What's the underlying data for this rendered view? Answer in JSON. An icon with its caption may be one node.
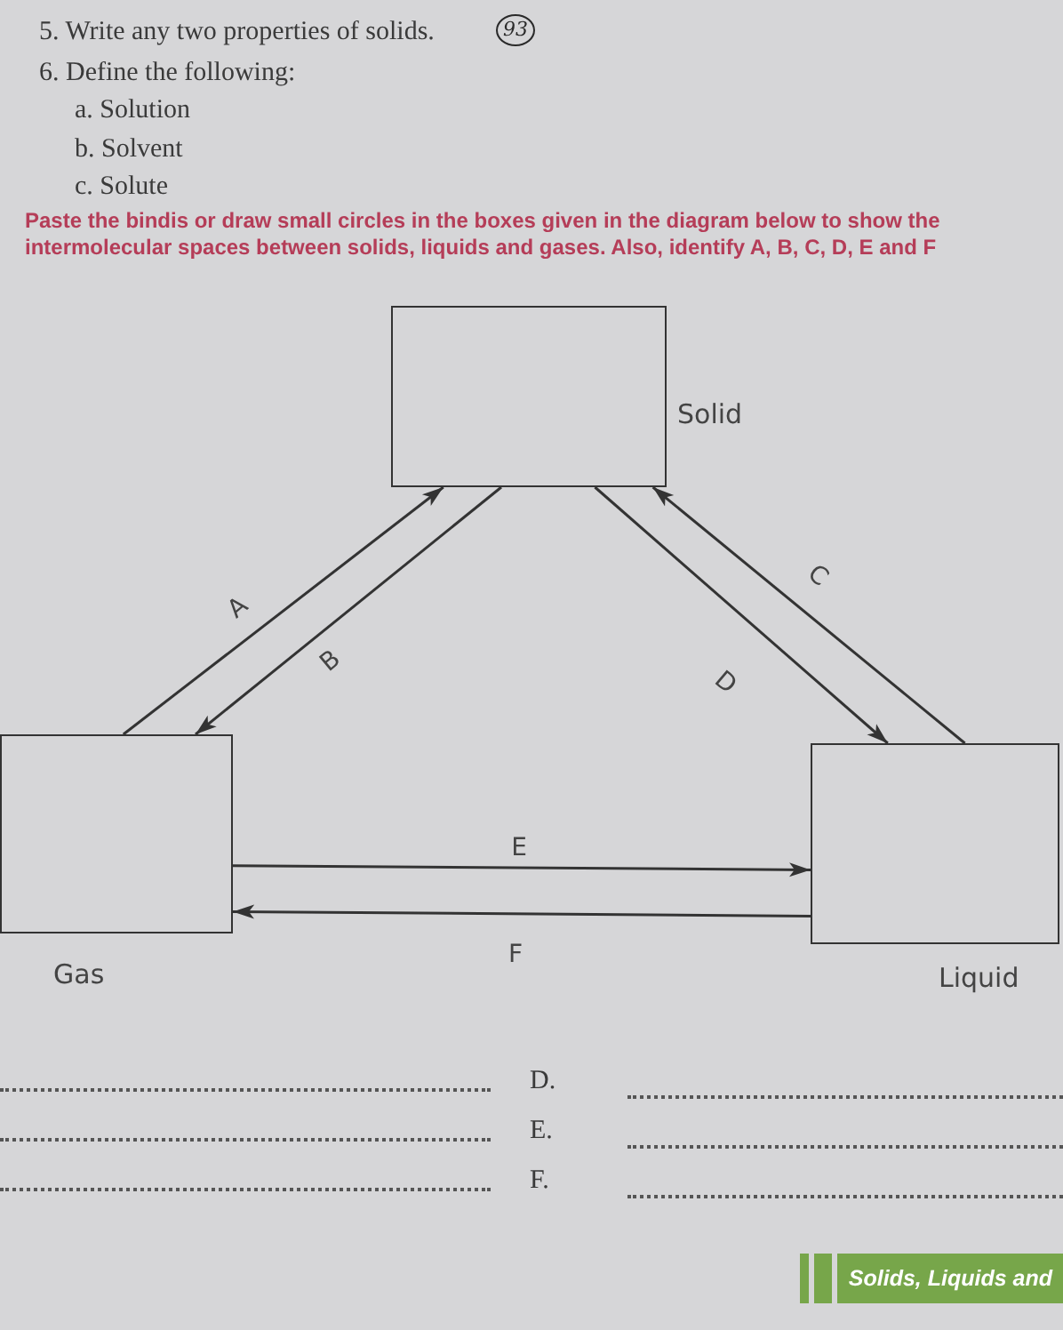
{
  "diagram": {
    "nodes": [
      {
        "text": [
          "Solid"
        ]
      },
      {
        "text": [
          "Gas"
        ]
      },
      {
        "text": [
          "Liquid"
        ]
      }
    ],
    "edges": [
      {
        "from": 1,
        "to": 0,
        "arrow": "to",
        "label": "A"
      },
      {
        "from": 0,
        "to": 1,
        "arrow": "to",
        "label": "B"
      },
      {
        "from": 2,
        "to": 0,
        "arrow": "to",
        "label": "C"
      },
      {
        "from": 0,
        "to": 2,
        "arrow": "to",
        "label": "D"
      },
      {
        "from": 1,
        "to": 2,
        "arrow": "to",
        "label": "E"
      },
      {
        "from": 2,
        "to": 1,
        "arrow": "to",
        "label": "F"
      }
    ],
    "labels": [
      "5. Write any two properties of solids.",
      "93",
      "6. Define the following:",
      "a. Solution",
      "b. Solvent",
      "c. Solute",
      "Paste the bindis or draw small circles in the boxes given in the diagram below to show the intermolecular spaces between solids, liquids and gases. Also, identify A, B, C, D, E and F",
      "D.",
      "E.",
      "F.",
      "Solids, Liquids and"
    ]
  }
}
